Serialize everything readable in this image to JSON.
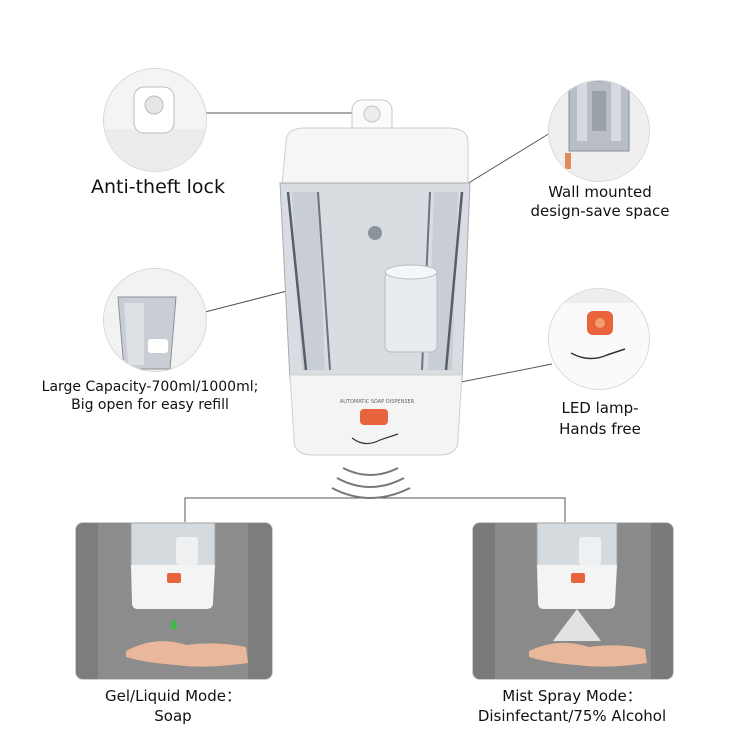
{
  "callouts": {
    "anti_theft": {
      "label": "Anti-theft lock"
    },
    "wall_mounted": {
      "line1": "Wall mounted",
      "line2": "design-save space"
    },
    "capacity": {
      "line1": "Large Capacity-700ml/1000ml;",
      "line2": "Big open for easy refill"
    },
    "led": {
      "line1": "LED lamp-",
      "line2": "Hands free"
    }
  },
  "dispenser": {
    "front_text": "AUTOMATIC SOAP DISPENSER"
  },
  "modes": {
    "gel": {
      "line1": "Gel/Liquid Mode：",
      "line2": "Soap"
    },
    "mist": {
      "line1": "Mist Spray Mode：",
      "line2": "Disinfectant/75% Alcohol"
    }
  },
  "colors": {
    "sensor": "#e8643c",
    "gel_drop": "#3fb94a",
    "wall": "#8c8c8c",
    "body": "#f4f4f4"
  }
}
